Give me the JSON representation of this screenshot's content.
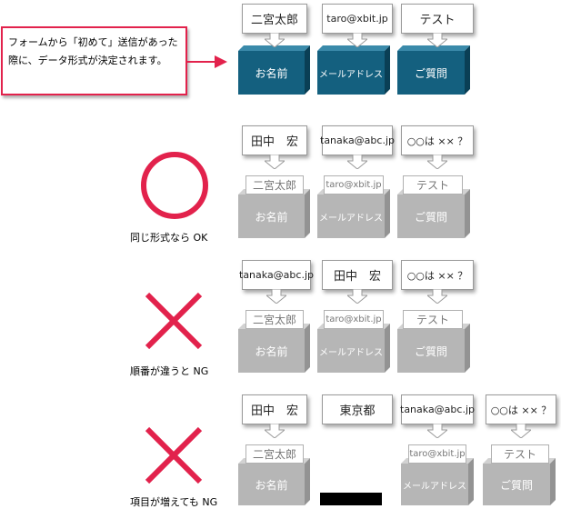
{
  "note": "フォームから「初めて」送信があった際に、データ形式が決定されます。",
  "top": {
    "cards": [
      "二宮太郎",
      "taro@xbit.jp",
      "テスト"
    ],
    "boxes": [
      "お名前",
      "メールアドレス",
      "ご質問"
    ]
  },
  "row_ok": {
    "cards": [
      "田中　宏",
      "tanaka@abc.jp",
      "○○は ×× ？"
    ],
    "inserted": [
      "二宮太郎",
      "taro@xbit.jp",
      "テスト"
    ],
    "boxes": [
      "お名前",
      "メールアドレス",
      "ご質問"
    ],
    "label": "同じ形式なら OK"
  },
  "row_order": {
    "cards": [
      "tanaka@abc.jp",
      "田中　宏",
      "○○は ×× ？"
    ],
    "inserted": [
      "二宮太郎",
      "taro@xbit.jp",
      "テスト"
    ],
    "boxes": [
      "お名前",
      "メールアドレス",
      "ご質問"
    ],
    "label": "順番が違うと NG"
  },
  "row_more": {
    "cards": [
      "田中　宏",
      "東京都",
      "tanaka@abc.jp",
      "○○は ×× ？"
    ],
    "inserted": [
      "二宮太郎",
      "taro@xbit.jp",
      "テスト"
    ],
    "boxes": [
      "お名前",
      "メールアドレス",
      "ご質問"
    ],
    "label": "項目が増えても NG"
  },
  "colors": {
    "teal": "#14607f",
    "red": "#e2224c",
    "gray": "#b6b6b6"
  }
}
